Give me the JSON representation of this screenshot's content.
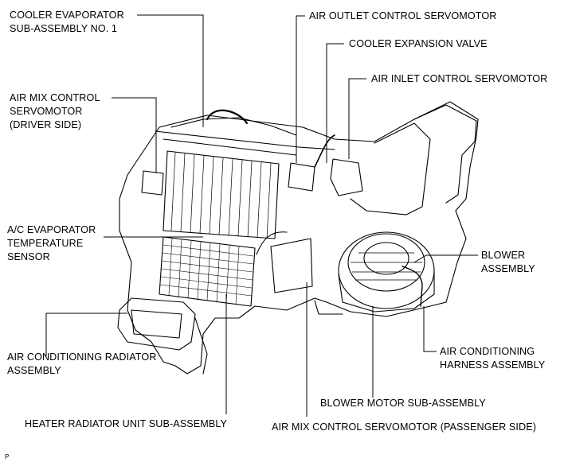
{
  "labels": {
    "cooler_evaporator": [
      "COOLER EVAPORATOR",
      "SUB-ASSEMBLY NO. 1"
    ],
    "air_outlet_servo": [
      "AIR OUTLET CONTROL SERVOMOTOR"
    ],
    "cooler_expansion_valve": [
      "COOLER EXPANSION VALVE"
    ],
    "air_inlet_servo": [
      "AIR INLET CONTROL SERVOMOTOR"
    ],
    "air_mix_driver": [
      "AIR MIX CONTROL",
      "SERVOMOTOR",
      "(DRIVER SIDE)"
    ],
    "ac_evap_temp_sensor": [
      "A/C EVAPORATOR",
      "TEMPERATURE",
      "SENSOR"
    ],
    "blower_assembly": [
      "BLOWER",
      "ASSEMBLY"
    ],
    "ac_radiator": [
      "AIR CONDITIONING RADIATOR",
      "ASSEMBLY"
    ],
    "ac_harness": [
      "AIR CONDITIONING",
      "HARNESS ASSEMBLY"
    ],
    "blower_motor": [
      "BLOWER MOTOR SUB-ASSEMBLY"
    ],
    "heater_radiator": [
      "HEATER RADIATOR UNIT SUB-ASSEMBLY"
    ],
    "air_mix_passenger": [
      "AIR MIX CONTROL SERVOMOTOR (PASSENGER SIDE)"
    ]
  },
  "figure_code": "P"
}
